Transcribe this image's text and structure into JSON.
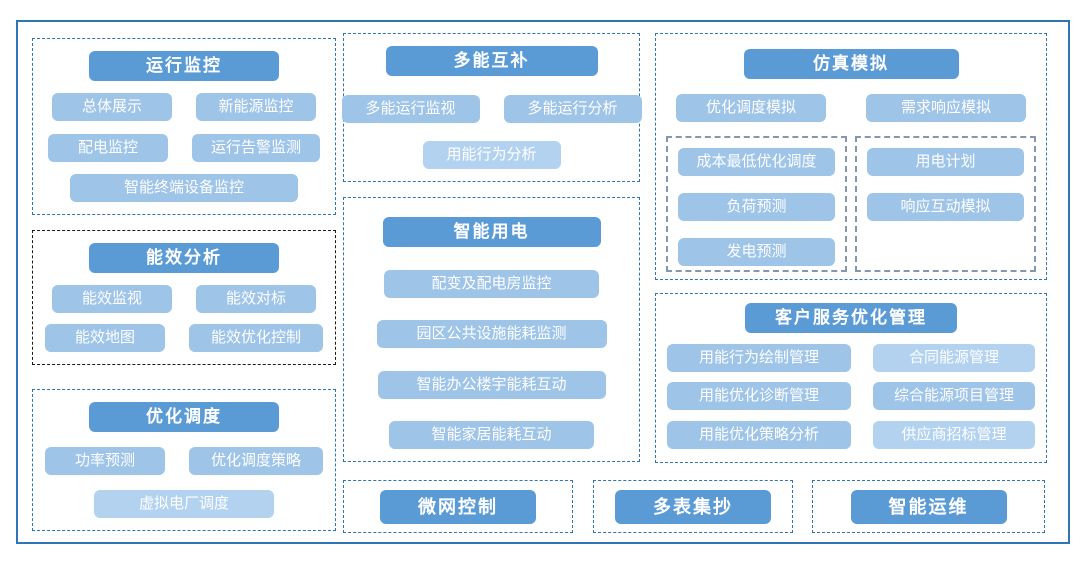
{
  "colors": {
    "header_bg": "#5B9BD5",
    "item_bg": "#9EC4E7",
    "item_light": "#B3D2EF",
    "group_border": "#2E75B6",
    "energy_group_border": "#1a1a1a",
    "subgroup_border": "#8496B0",
    "outer_border": "#2E75B6",
    "text": "#FFFFFF"
  },
  "groups": {
    "operation_monitoring": {
      "title": "运行监控",
      "items": [
        "总体展示",
        "新能源监控",
        "配电监控",
        "运行告警监测",
        "智能终端设备监控"
      ]
    },
    "energy_efficiency": {
      "title": "能效分析",
      "items": [
        "能效监视",
        "能效对标",
        "能效地图",
        "能效优化控制"
      ]
    },
    "optimal_dispatch": {
      "title": "优化调度",
      "items": [
        "功率预测",
        "优化调度策略",
        "虚拟电厂调度"
      ]
    },
    "multi_energy": {
      "title": "多能互补",
      "items": [
        "多能运行监视",
        "多能运行分析",
        "用能行为分析"
      ]
    },
    "smart_power": {
      "title": "智能用电",
      "items": [
        "配变及配电房监控",
        "园区公共设施能耗监测",
        "智能办公楼宇能耗互动",
        "智能家居能耗互动"
      ]
    },
    "simulation": {
      "title": "仿真模拟",
      "items": [
        "优化调度模拟",
        "需求响应模拟"
      ],
      "subgroup_left": [
        "成本最低优化调度",
        "负荷预测",
        "发电预测"
      ],
      "subgroup_right": [
        "用电计划",
        "响应互动模拟"
      ]
    },
    "customer_service": {
      "title": "客户服务优化管理",
      "items": [
        "用能行为绘制管理",
        "合同能源管理",
        "用能优化诊断管理",
        "综合能源项目管理",
        "用能优化策略分析",
        "供应商招标管理"
      ]
    },
    "microgrid": {
      "title": "微网控制"
    },
    "meter_reading": {
      "title": "多表集抄"
    },
    "smart_om": {
      "title": "智能运维"
    }
  }
}
